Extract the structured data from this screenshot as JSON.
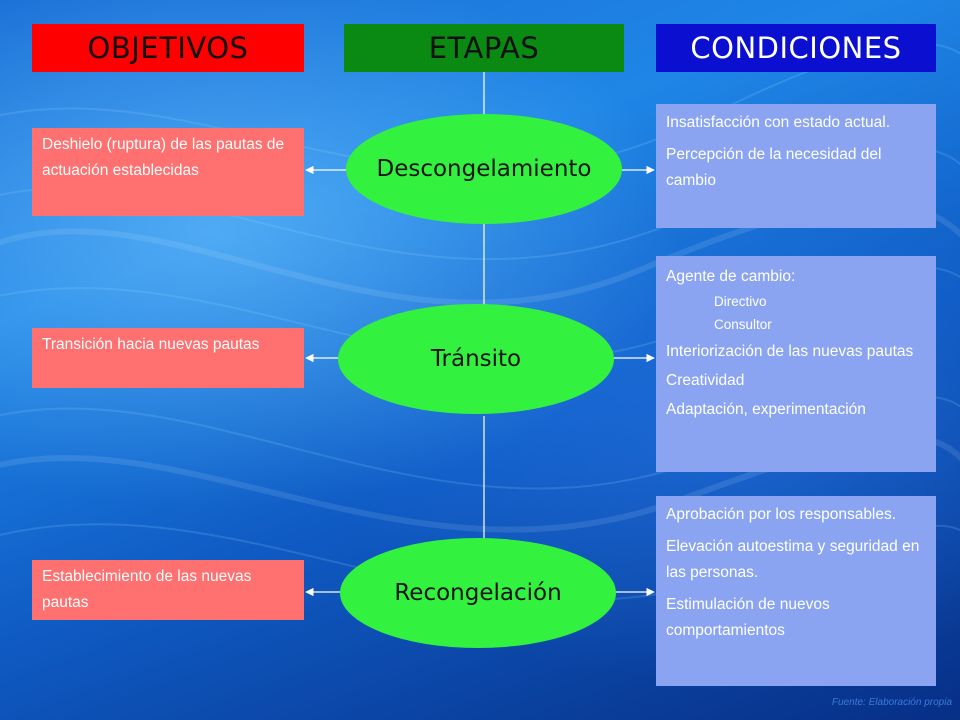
{
  "headers": {
    "objetivos": "OBJETIVOS",
    "etapas": "ETAPAS",
    "condiciones": "CONDICIONES"
  },
  "stages": [
    {
      "name": "Descongelamiento"
    },
    {
      "name": "Tránsito"
    },
    {
      "name": "Recongelación"
    }
  ],
  "objectives": [
    "Deshielo (ruptura) de las pautas de actuación establecidas",
    "Transición hacia nuevas pautas",
    "Establecimiento de las nuevas pautas"
  ],
  "conditions": {
    "stage1": [
      "Insatisfacción con estado actual.",
      "Percepción de la necesidad del cambio"
    ],
    "stage2": {
      "agent_label": "Agente de cambio:",
      "agents": [
        "Directivo",
        "Consultor"
      ],
      "items": [
        "Interiorización de las nuevas pautas",
        "Creatividad",
        "Adaptación, experimentación"
      ]
    },
    "stage3": [
      "Aprobación por los responsables.",
      "Elevación autoestima y seguridad en las personas.",
      "Estimulación de nuevos comportamientos"
    ]
  },
  "footer": "Fuente: Elaboración propia",
  "colors": {
    "objetivos_header": "#ff0000",
    "etapas_header": "#0a8a12",
    "condiciones_header": "#0b0fd0",
    "objective_box": "#ff7070",
    "condition_box": "#8aa4f2",
    "stage_ellipse": "#33f23f"
  }
}
